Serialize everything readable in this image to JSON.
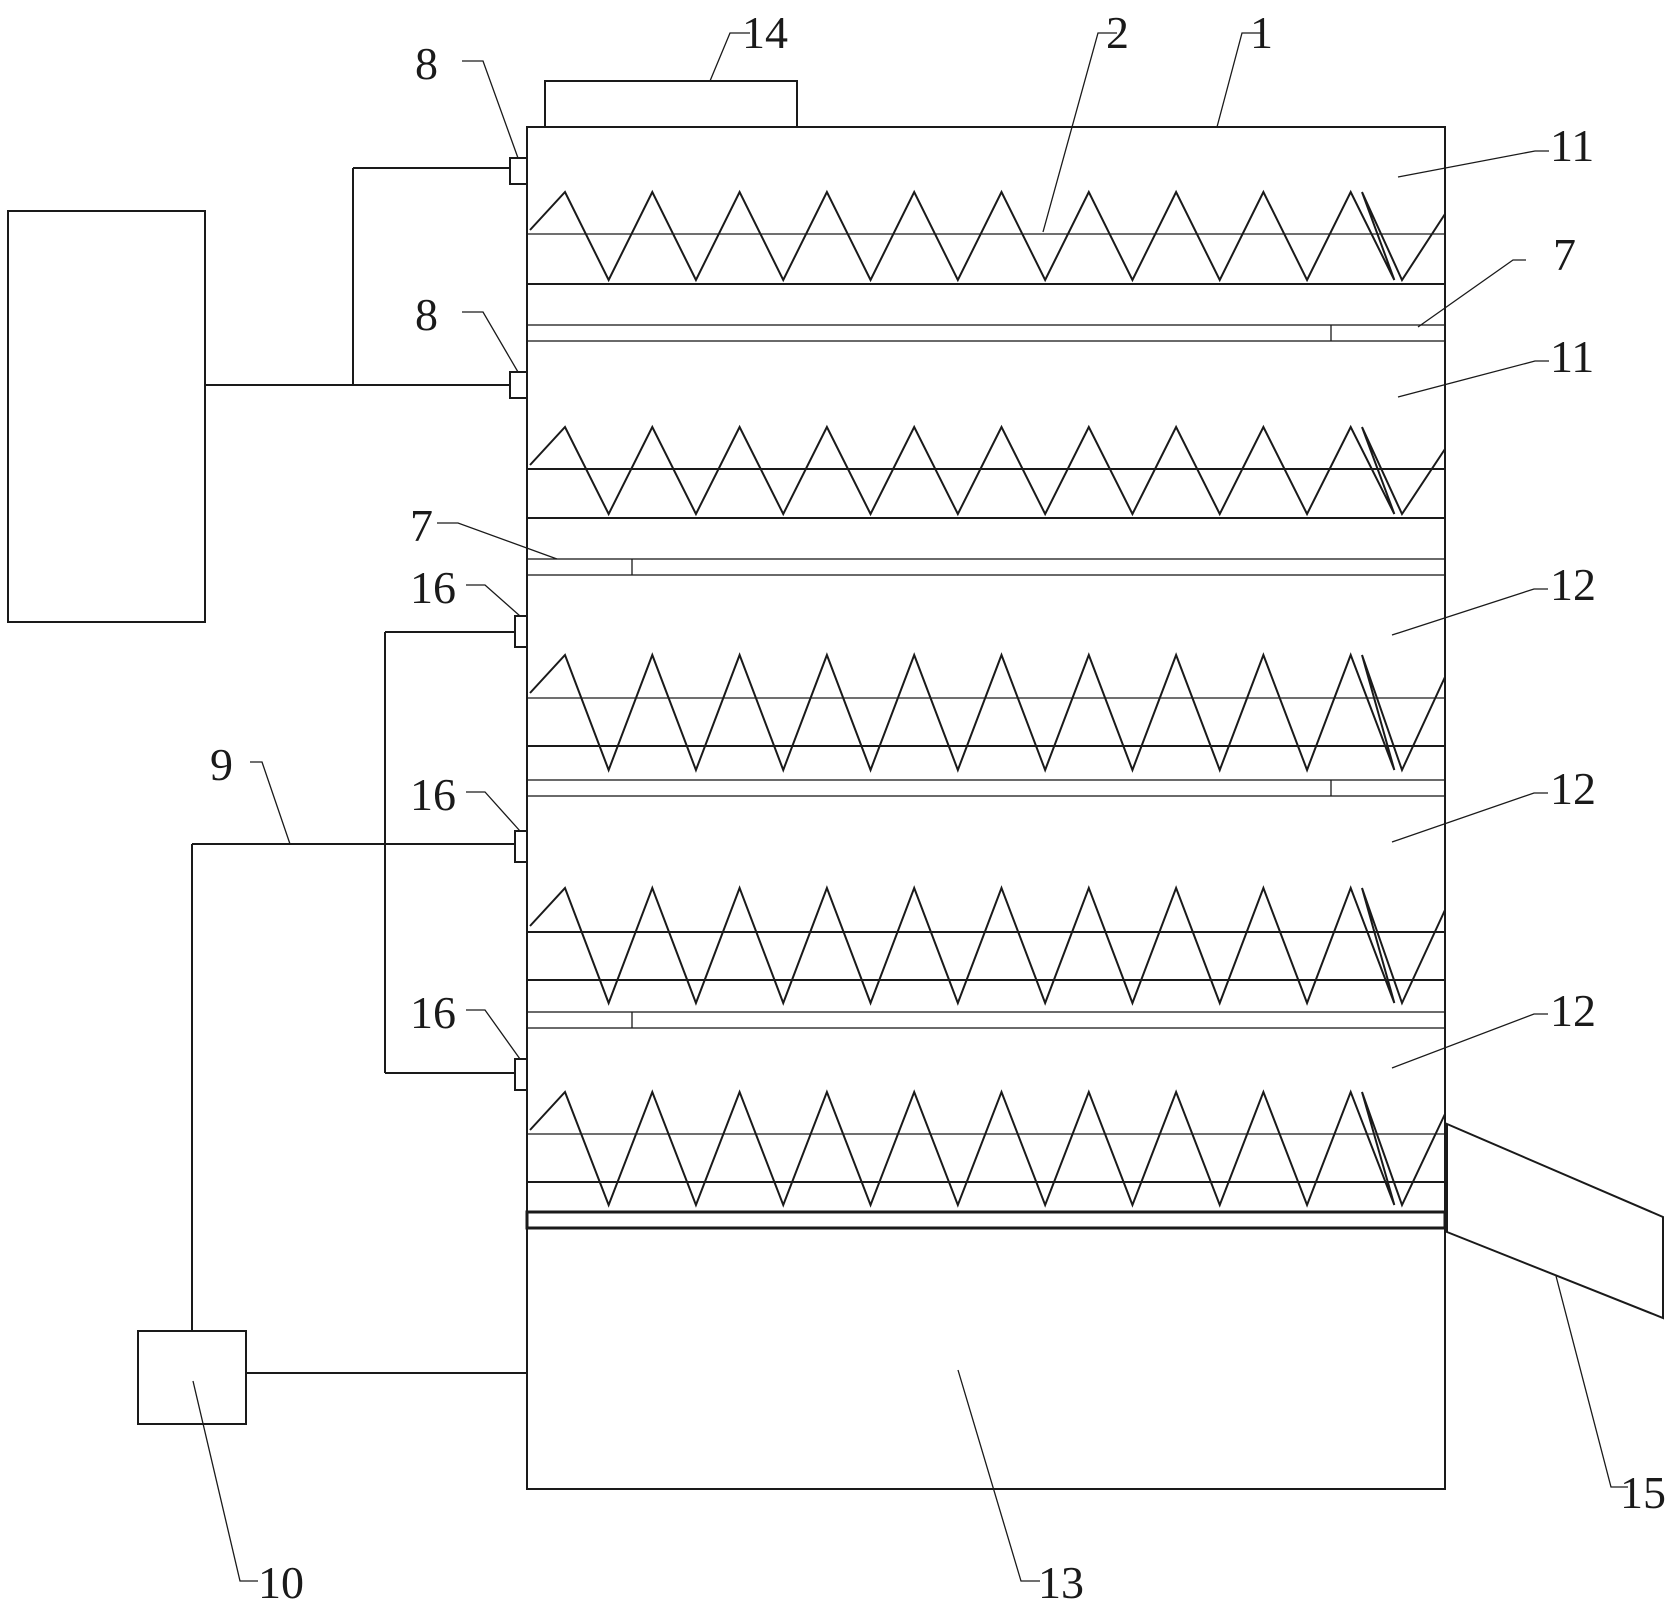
{
  "labels": {
    "l1": "1",
    "l2": "2",
    "l7a": "7",
    "l7b": "7",
    "l8a": "8",
    "l8b": "8",
    "l9": "9",
    "l10": "10",
    "l11a": "11",
    "l11b": "11",
    "l12a": "12",
    "l12b": "12",
    "l12c": "12",
    "l13": "13",
    "l14": "14",
    "l15": "15",
    "l16a": "16",
    "l16b": "16",
    "l16c": "16"
  }
}
